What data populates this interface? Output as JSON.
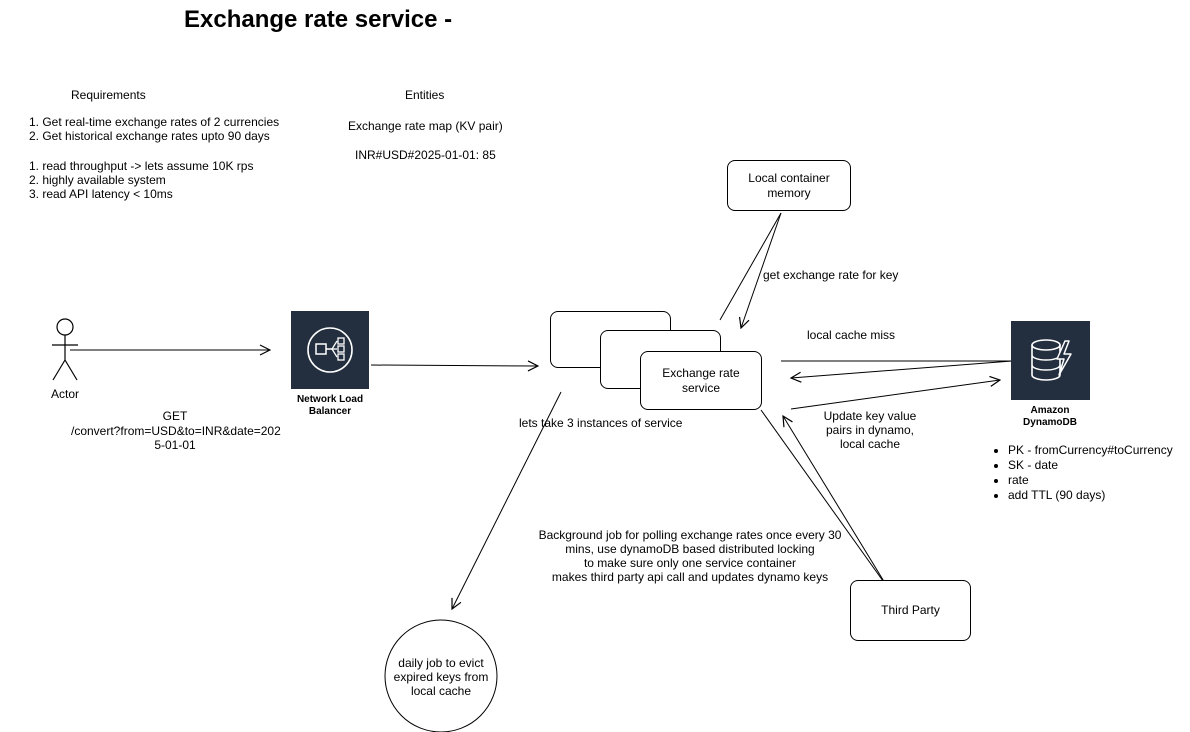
{
  "title": "Exchange rate service -",
  "requirements": {
    "heading": "Requirements",
    "functional": [
      "1. Get real-time exchange rates of 2 currencies",
      "2. Get historical exchange rates upto 90 days"
    ],
    "non_functional": [
      "1. read throughput -> lets assume 10K rps",
      "2. highly available system",
      "3. read API latency < 10ms"
    ]
  },
  "entities": {
    "heading": "Entities",
    "line1": "Exchange rate map (KV pair)",
    "line2": "INR#USD#2025-01-01: 85"
  },
  "actor": {
    "label": "Actor"
  },
  "request": {
    "method": "GET",
    "line1": "/convert?from=USD&to=INR&date=202",
    "line2": "5-01-01"
  },
  "nlb": {
    "line1": "Network Load",
    "line2": "Balancer",
    "color": "#232f3e"
  },
  "service": {
    "line1": "Exchange rate",
    "line2": "service",
    "instances_note": "lets take 3 instances of service"
  },
  "local_memory": {
    "line1": "Local container",
    "line2": "memory"
  },
  "edges": {
    "get_rate": "get exchange rate for key",
    "cache_miss": "local cache miss",
    "update_line1": "Update key value",
    "update_line2": "pairs in dynamo,",
    "update_line3": "local cache"
  },
  "dynamodb": {
    "line1": "Amazon",
    "line2": "DynamoDB",
    "color": "#232f3e",
    "attributes": [
      "PK - fromCurrency#toCurrency",
      "SK - date",
      "rate",
      "add TTL (90 days)"
    ]
  },
  "background_job": {
    "line1": "Background job for polling exchange rates once every 30",
    "line2": "mins, use dynamoDB based distributed locking",
    "line3": "to make sure only one service container",
    "line4": "makes third party api call and updates dynamo keys"
  },
  "third_party": {
    "label": "Third Party"
  },
  "daily_job": {
    "line1": "daily job to evict",
    "line2": "expired keys from",
    "line3": "local cache"
  }
}
